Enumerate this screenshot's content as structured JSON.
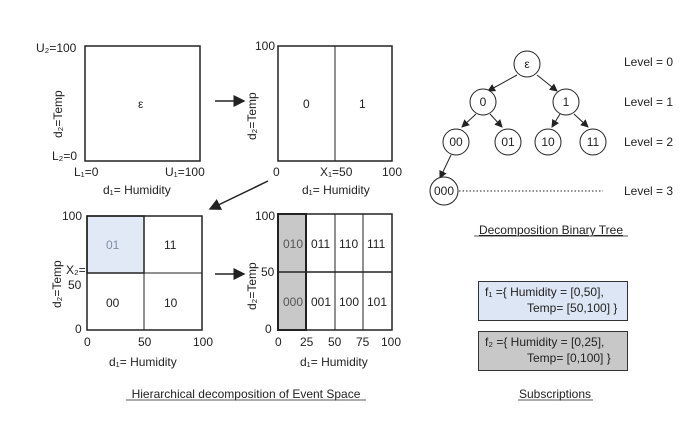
{
  "p1": {
    "u2": "U₂=100",
    "epsilon": "ε",
    "l2": "L₂=0",
    "l1": "L₁=0",
    "u1": "U₁=100",
    "ylabel": "d₂=Temp",
    "xlabel": "d₁= Humidity"
  },
  "p2": {
    "y100": "100",
    "ylabel": "d₂=Temp",
    "cell0": "0",
    "cell1": "1",
    "x0": "0",
    "x1": "X₁=50",
    "x100": "100",
    "xlabel": "d₁= Humidity"
  },
  "p3": {
    "y100": "100",
    "ylabel": "d₂=Temp",
    "x2": "X₂=",
    "y50": "50",
    "y0": "0",
    "cells": [
      "01",
      "11",
      "00",
      "10"
    ],
    "x0": "0",
    "x50": "50",
    "x100": "100",
    "xlabel": "d₁= Humidity"
  },
  "p4": {
    "y100": "100",
    "ylabel": "d₂=Temp",
    "y50": "50",
    "y0": "0",
    "row1": [
      "010",
      "011",
      "110",
      "111"
    ],
    "row2": [
      "000",
      "001",
      "100",
      "101"
    ],
    "xticks": [
      "0",
      "25",
      "50",
      "75",
      "100"
    ],
    "xlabel": "d₁= Humidity"
  },
  "tree": {
    "nodes": [
      "ε",
      "0",
      "1",
      "00",
      "01",
      "10",
      "11",
      "000"
    ],
    "levels": [
      "Level = 0",
      "Level = 1",
      "Level = 2",
      "Level = 3"
    ],
    "caption": "Decomposition Binary Tree"
  },
  "captions": {
    "left": "Hierarchical decomposition of Event Space",
    "right": "Subscriptions"
  },
  "subs": {
    "f1_line1": "f₁ ={ Humidity = [0,50],",
    "f1_line2": "Temp= [50,100] }",
    "f2_line1": "f₂ ={ Humidity = [0,25],",
    "f2_line2": "Temp= [0,100] }"
  },
  "colors": {
    "f1_fill": "#dde6f4",
    "f2_fill": "#c8c8c8",
    "cell01_fill": "#e2e9f6"
  }
}
